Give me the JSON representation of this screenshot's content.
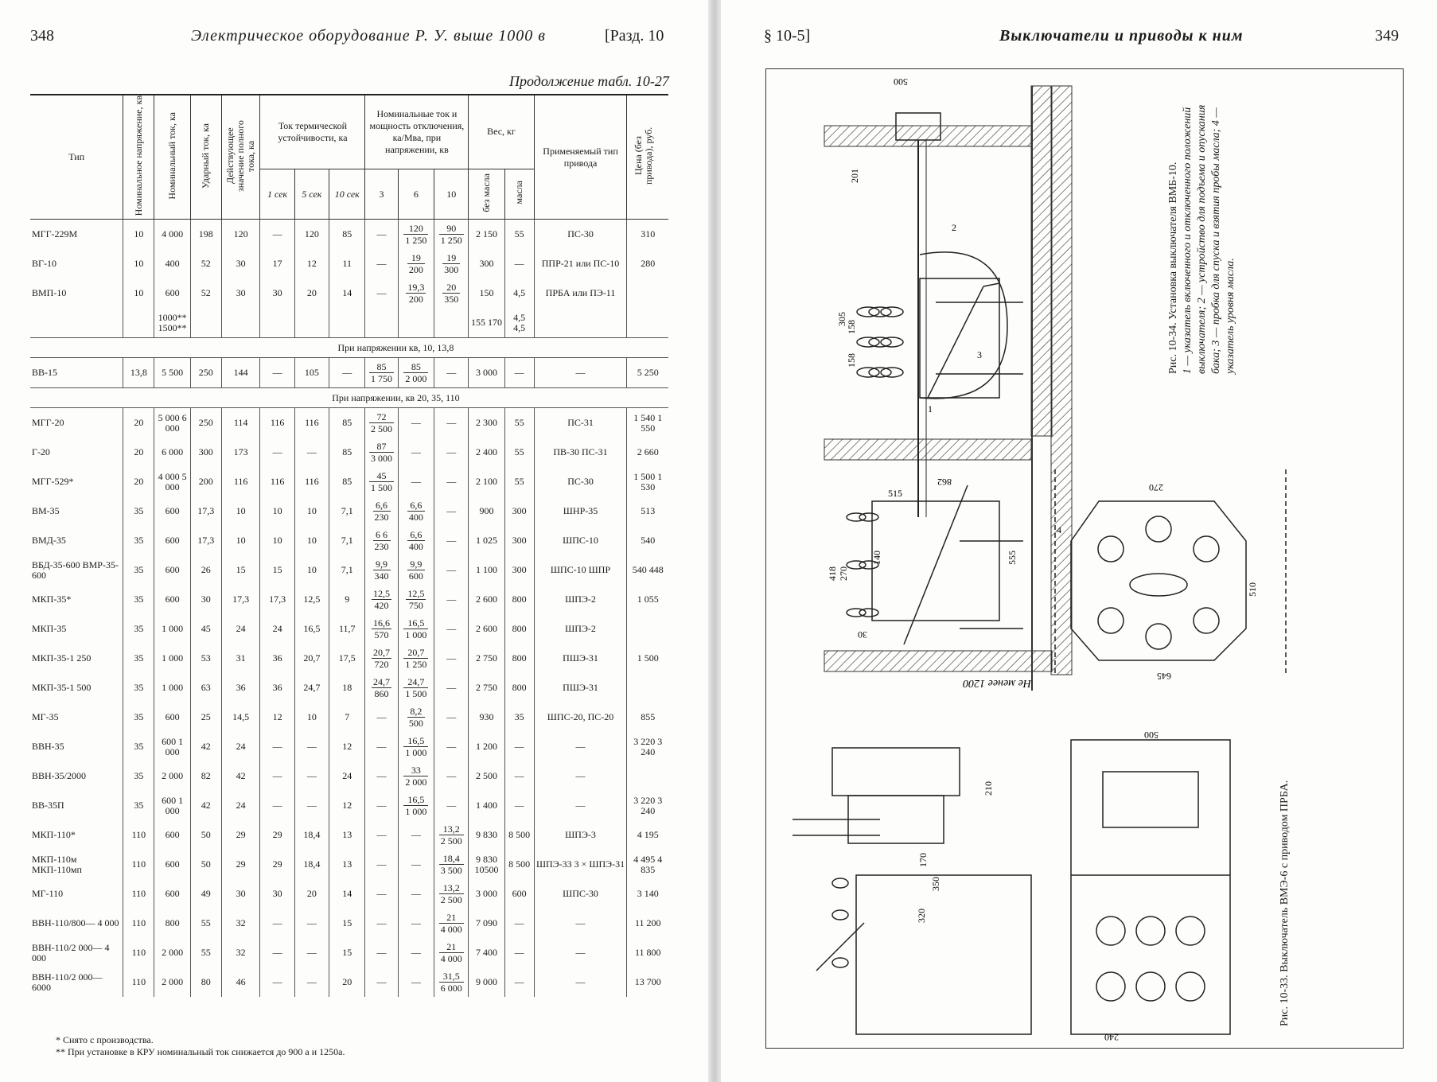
{
  "left": {
    "page_number": "348",
    "running_title": "Электрическое оборудование Р. У. выше 1000 в",
    "section_ref": "[Разд. 10",
    "continuation": "Продолжение табл. 10-27",
    "headers": {
      "type": "Тип",
      "rated_voltage": "Номинальное напряжение, кв",
      "rated_current": "Номинальный ток, ка",
      "peak_current": "Ударный ток, ка",
      "rms_current": "Действующее значение полного тока, ка",
      "thermal": "Ток термической устойчивости, ка",
      "thermal_1": "1 сек",
      "thermal_5": "5 сек",
      "thermal_10": "10 сек",
      "breaking": "Номинальные ток и мощность отключения, ка/Мва, при напряжении, кв",
      "v3": "3",
      "v6": "6",
      "v10": "10",
      "weight": "Вес, кг",
      "w_no_oil": "без масла",
      "w_oil": "масла",
      "drive": "Применяемый тип привода",
      "price": "Цена (без привода), руб."
    },
    "rows": [
      {
        "type": "МГГ-229М",
        "v": "10",
        "i": "4 000",
        "peak": "198",
        "rms": "120",
        "t1": "—",
        "t5": "120",
        "t10": "85",
        "b3": "—",
        "b6": [
          "120",
          "1 250"
        ],
        "b10": [
          "90",
          "1 250"
        ],
        "w": "2 150",
        "oil": "55",
        "drive": "ПС-30",
        "price": "310"
      },
      {
        "type": "ВГ-10",
        "v": "10",
        "i": "400",
        "peak": "52",
        "rms": "30",
        "t1": "17",
        "t5": "12",
        "t10": "11",
        "b3": "—",
        "b6": [
          "19",
          "200"
        ],
        "b10": [
          "19",
          "300"
        ],
        "w": "300",
        "oil": "—",
        "drive": "ППР-21 или ПС-10",
        "price": "280"
      },
      {
        "type": "ВМП-10",
        "v": "10",
        "i": "600",
        "peak": "52",
        "rms": "30",
        "t1": "30",
        "t5": "20",
        "t10": "14",
        "b3": "—",
        "b6": [
          "19,3",
          "200"
        ],
        "b10": [
          "20",
          "350"
        ],
        "w": "150",
        "oil": "4,5",
        "drive": "ПРБА или ПЭ-11",
        "price": ""
      },
      {
        "type": "",
        "v": "",
        "i": "1000** 1500**",
        "peak": "",
        "rms": "",
        "t1": "",
        "t5": "",
        "t10": "",
        "b3": "",
        "b6": "",
        "b10": "",
        "w": "155 170",
        "oil": "4,5 4,5",
        "drive": "",
        "price": ""
      }
    ],
    "sub1": "При напряжении кв, 10, 13,8",
    "rows_b": [
      {
        "type": "ВВ-15",
        "v": "13,8",
        "i": "5 500",
        "peak": "250",
        "rms": "144",
        "t1": "—",
        "t5": "105",
        "t10": "—",
        "b3": "",
        "b6": [
          "85",
          "1 750"
        ],
        "b10": [
          "85",
          "2 000"
        ],
        "b_extra": "—",
        "w": "3 000",
        "oil": "—",
        "drive": "—",
        "price": "5 250"
      }
    ],
    "sub2": "При напряжении, кв 20, 35, 110",
    "rows_c": [
      {
        "type": "МГГ-20",
        "v": "20",
        "i": "5 000 6 000",
        "peak": "250",
        "rms": "114",
        "t1": "116",
        "t5": "116",
        "t10": "85",
        "a": [
          "72",
          "2 500"
        ],
        "b": "—",
        "c": "—",
        "w": "2 300",
        "oil": "55",
        "drive": "ПС-31",
        "price": "1 540 1 550"
      },
      {
        "type": "Г-20",
        "v": "20",
        "i": "6 000",
        "peak": "300",
        "rms": "173",
        "t1": "—",
        "t5": "—",
        "t10": "85",
        "a": [
          "87",
          "3 000"
        ],
        "b": "—",
        "c": "—",
        "w": "2 400",
        "oil": "55",
        "drive": "ПВ-30 ПС-31",
        "price": "2 660"
      },
      {
        "type": "МГГ-529*",
        "v": "20",
        "i": "4 000 5 000",
        "peak": "200",
        "rms": "116",
        "t1": "116",
        "t5": "116",
        "t10": "85",
        "a": [
          "45",
          "1 500"
        ],
        "b": "—",
        "c": "—",
        "w": "2 100",
        "oil": "55",
        "drive": "ПС-30",
        "price": "1 500 1 530"
      },
      {
        "type": "ВМ-35",
        "v": "35",
        "i": "600",
        "peak": "17,3",
        "rms": "10",
        "t1": "10",
        "t5": "10",
        "t10": "7,1",
        "a": [
          "6,6",
          "230"
        ],
        "b": [
          "6,6",
          "400"
        ],
        "c": "—",
        "w": "900",
        "oil": "300",
        "drive": "ШНР-35",
        "price": "513"
      },
      {
        "type": "ВМД-35",
        "v": "35",
        "i": "600",
        "peak": "17,3",
        "rms": "10",
        "t1": "10",
        "t5": "10",
        "t10": "7,1",
        "a": [
          "6 6",
          "230"
        ],
        "b": [
          "6,6",
          "400"
        ],
        "c": "—",
        "w": "1 025",
        "oil": "300",
        "drive": "ШПС-10",
        "price": "540"
      },
      {
        "type": "ВБД-35-600 ВМР-35-600",
        "v": "35",
        "i": "600",
        "peak": "26",
        "rms": "15",
        "t1": "15",
        "t5": "10",
        "t10": "7,1",
        "a": [
          "9,9",
          "340"
        ],
        "b": [
          "9,9",
          "600"
        ],
        "c": "—",
        "w": "1 100",
        "oil": "300",
        "drive": "ШПС-10 ШПР",
        "price": "540 448"
      },
      {
        "type": "МКП-35*",
        "v": "35",
        "i": "600",
        "peak": "30",
        "rms": "17,3",
        "t1": "17,3",
        "t5": "12,5",
        "t10": "9",
        "a": [
          "12,5",
          "420"
        ],
        "b": [
          "12,5",
          "750"
        ],
        "c": "—",
        "w": "2 600",
        "oil": "800",
        "drive": "ШПЭ-2",
        "price": "1 055"
      },
      {
        "type": "МКП-35",
        "v": "35",
        "i": "1 000",
        "peak": "45",
        "rms": "24",
        "t1": "24",
        "t5": "16,5",
        "t10": "11,7",
        "a": [
          "16,6",
          "570"
        ],
        "b": [
          "16,5",
          "1 000"
        ],
        "c": "—",
        "w": "2 600",
        "oil": "800",
        "drive": "ШПЭ-2",
        "price": ""
      },
      {
        "type": "МКП-35-1 250",
        "v": "35",
        "i": "1 000",
        "peak": "53",
        "rms": "31",
        "t1": "36",
        "t5": "20,7",
        "t10": "17,5",
        "a": [
          "20,7",
          "720"
        ],
        "b": [
          "20,7",
          "1 250"
        ],
        "c": "—",
        "w": "2 750",
        "oil": "800",
        "drive": "ПШЭ-31",
        "price": "1 500"
      },
      {
        "type": "МКП-35-1 500",
        "v": "35",
        "i": "1 000",
        "peak": "63",
        "rms": "36",
        "t1": "36",
        "t5": "24,7",
        "t10": "18",
        "a": [
          "24,7",
          "860"
        ],
        "b": [
          "24,7",
          "1 500"
        ],
        "c": "—",
        "w": "2 750",
        "oil": "800",
        "drive": "ПШЭ-31",
        "price": ""
      },
      {
        "type": "МГ-35",
        "v": "35",
        "i": "600",
        "peak": "25",
        "rms": "14,5",
        "t1": "12",
        "t5": "10",
        "t10": "7",
        "a": "—",
        "b": [
          "8,2",
          "500"
        ],
        "c": "—",
        "w": "930",
        "oil": "35",
        "drive": "ШПС-20, ПС-20",
        "price": "855"
      },
      {
        "type": "ВВН-35",
        "v": "35",
        "i": "600 1 000",
        "peak": "42",
        "rms": "24",
        "t1": "—",
        "t5": "—",
        "t10": "12",
        "a": "—",
        "b": [
          "16,5",
          "1 000"
        ],
        "c": "—",
        "w": "1 200",
        "oil": "—",
        "drive": "—",
        "price": "3 220 3 240"
      },
      {
        "type": "ВВН-35/2000",
        "v": "35",
        "i": "2 000",
        "peak": "82",
        "rms": "42",
        "t1": "—",
        "t5": "—",
        "t10": "24",
        "a": "—",
        "b": [
          "33",
          "2 000"
        ],
        "c": "—",
        "w": "2 500",
        "oil": "—",
        "drive": "—",
        "price": ""
      },
      {
        "type": "ВВ-35П",
        "v": "35",
        "i": "600 1 000",
        "peak": "42",
        "rms": "24",
        "t1": "—",
        "t5": "—",
        "t10": "12",
        "a": "—",
        "b": [
          "16,5",
          "1 000"
        ],
        "c": "—",
        "w": "1 400",
        "oil": "—",
        "drive": "—",
        "price": "3 220 3 240"
      },
      {
        "type": "МКП-110*",
        "v": "110",
        "i": "600",
        "peak": "50",
        "rms": "29",
        "t1": "29",
        "t5": "18,4",
        "t10": "13",
        "a": "—",
        "b": "—",
        "c": [
          "13,2",
          "2 500"
        ],
        "w": "9 830",
        "oil": "8 500",
        "drive": "ШПЭ-3",
        "price": "4 195"
      },
      {
        "type": "МКП-110м МКП-110мп",
        "v": "110",
        "i": "600",
        "peak": "50",
        "rms": "29",
        "t1": "29",
        "t5": "18,4",
        "t10": "13",
        "a": "—",
        "b": "—",
        "c": [
          "18,4",
          "3 500"
        ],
        "w": "9 830 10500",
        "oil": "8 500",
        "drive": "ШПЭ-33 3 × ШПЭ-31",
        "price": "4 495 4 835"
      },
      {
        "type": "МГ-110",
        "v": "110",
        "i": "600",
        "peak": "49",
        "rms": "30",
        "t1": "30",
        "t5": "20",
        "t10": "14",
        "a": "—",
        "b": "—",
        "c": [
          "13,2",
          "2 500"
        ],
        "w": "3 000",
        "oil": "600",
        "drive": "ШПС-30",
        "price": "3 140"
      },
      {
        "type": "ВВН-110/800— 4 000",
        "v": "110",
        "i": "800",
        "peak": "55",
        "rms": "32",
        "t1": "—",
        "t5": "—",
        "t10": "15",
        "a": "—",
        "b": "—",
        "c": [
          "21",
          "4 000"
        ],
        "w": "7 090",
        "oil": "—",
        "drive": "—",
        "price": "11 200"
      },
      {
        "type": "ВВН-110/2 000— 4 000",
        "v": "110",
        "i": "2 000",
        "peak": "55",
        "rms": "32",
        "t1": "—",
        "t5": "—",
        "t10": "15",
        "a": "—",
        "b": "—",
        "c": [
          "21",
          "4 000"
        ],
        "w": "7 400",
        "oil": "—",
        "drive": "—",
        "price": "11 800"
      },
      {
        "type": "ВВН-110/2 000— 6000",
        "v": "110",
        "i": "2 000",
        "peak": "80",
        "rms": "46",
        "t1": "—",
        "t5": "—",
        "t10": "20",
        "a": "—",
        "b": "—",
        "c": [
          "31,5",
          "6 000"
        ],
        "w": "9 000",
        "oil": "—",
        "drive": "—",
        "price": "13 700"
      }
    ],
    "footnote1": "* Снято с производства.",
    "footnote2": "** При установке в КРУ номинальный ток снижается до 900 а и 1250а."
  },
  "right": {
    "section": "§ 10-5]",
    "running_title": "Выключатели и приводы к ним",
    "page_number": "349",
    "fig34_caption_title": "Рис. 10-34. Установка выключателя ВМБ-10.",
    "fig34_caption_body": "1 — указатель включенного и отключенного положений выключателя; 2 — устройство для подъема и опускания бака; 3 — пробка для спуска и взятия пробы масла; 4 — указатель уровня масла.",
    "fig33_caption": "Рис. 10-33. Выключатель ВМЭ-6 с приводом ПРБА.",
    "dims": {
      "d500": "500",
      "d201": "201",
      "d305": "305",
      "d158a": "158",
      "d158b": "158",
      "d515": "515",
      "d862": "862",
      "d555": "555",
      "d418": "418",
      "d270": "270",
      "d140": "140",
      "d30": "30",
      "d645": "645",
      "d510": "510",
      "d270b": "270",
      "min1200": "Не менее 1200",
      "d500b": "500",
      "d210": "210",
      "d170": "170",
      "d350": "350",
      "d320": "320",
      "d240": "240"
    },
    "labels": {
      "l1": "1",
      "l2": "2",
      "l3": "3",
      "l4": "4"
    }
  }
}
